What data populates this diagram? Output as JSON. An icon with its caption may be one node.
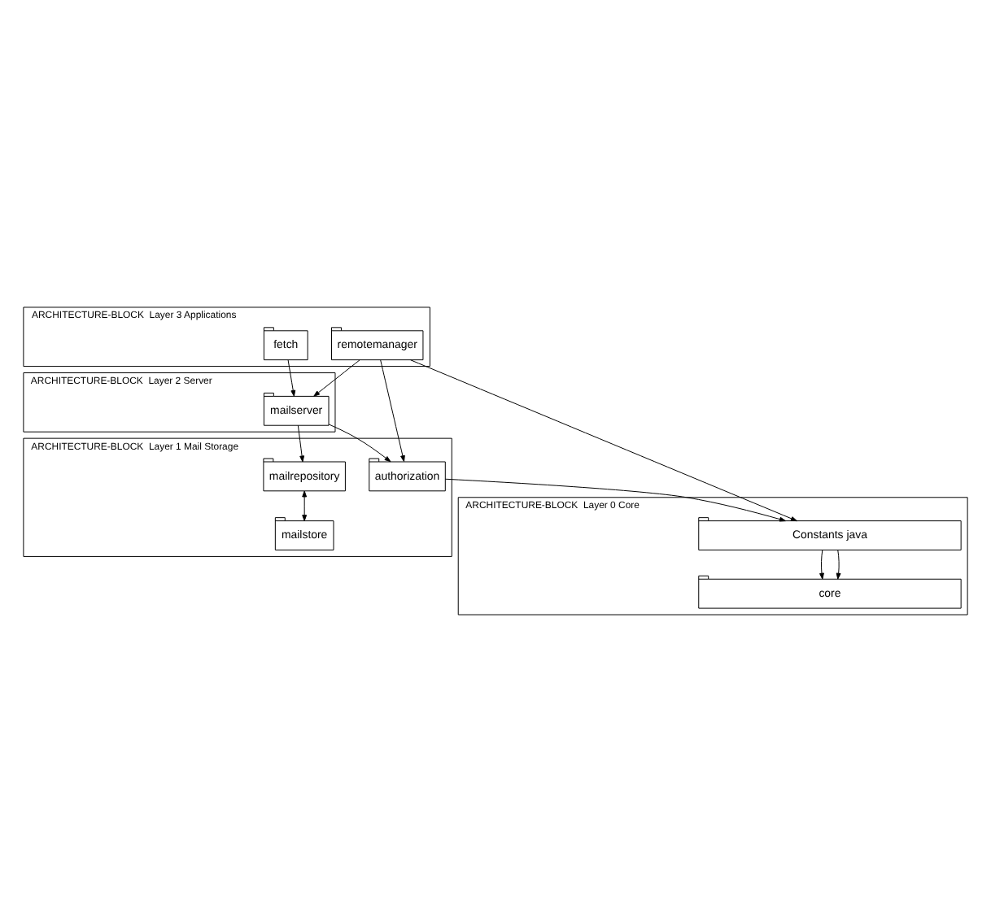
{
  "diagram": {
    "nodes": [
      {
        "text": [
          "ARCHITECTURE-BLOCK  Layer 3 Applications"
        ]
      },
      {
        "text": [
          "fetch"
        ],
        "in": 0
      },
      {
        "text": [
          "remotemanager"
        ],
        "in": 0
      },
      {
        "text": [
          "ARCHITECTURE-BLOCK  Layer 2 Server"
        ]
      },
      {
        "text": [
          "mailserver"
        ],
        "in": 3
      },
      {
        "text": [
          "ARCHITECTURE-BLOCK  Layer 1 Mail Storage"
        ]
      },
      {
        "text": [
          "authorization"
        ],
        "in": 5
      },
      {
        "text": [
          "mailrepository"
        ],
        "in": 5
      },
      {
        "text": [
          "mailstore"
        ],
        "in": 5
      },
      {
        "text": [
          "ARCHITECTURE-BLOCK  Layer 0 Core"
        ]
      },
      {
        "text": [
          "Constants java"
        ],
        "in": 9
      },
      {
        "text": [
          "core"
        ],
        "in": 9
      }
    ],
    "edges": [
      {
        "from": 1,
        "to": 4,
        "arrow": "to"
      },
      {
        "from": 2,
        "to": 4,
        "arrow": "to"
      },
      {
        "from": 2,
        "to": 6,
        "arrow": "to"
      },
      {
        "from": 2,
        "to": 10,
        "arrow": "to"
      },
      {
        "from": 4,
        "to": 6,
        "arrow": "to"
      },
      {
        "from": 4,
        "to": 7,
        "arrow": "to"
      },
      {
        "from": 7,
        "to": 8,
        "arrow": "both"
      },
      {
        "from": 6,
        "to": 10,
        "arrow": "to"
      },
      {
        "from": 10,
        "to": 11,
        "arrow": "to"
      },
      {
        "from": 10,
        "to": 11,
        "arrow": "to"
      }
    ]
  }
}
